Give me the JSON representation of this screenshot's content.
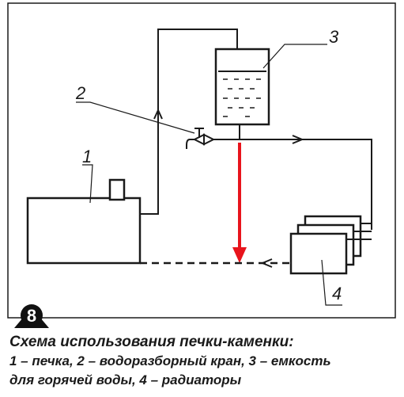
{
  "figure": {
    "badge": "8",
    "labels": {
      "stove": "1",
      "tap": "2",
      "tank": "3",
      "radiators": "4"
    },
    "caption": {
      "title": "Схема использования печки-каменки:",
      "line1": "1 – печка, 2 – водоразборный кран, 3 – емкость",
      "line2": "для горячей воды, 4 – радиаторы"
    },
    "colors": {
      "line": "#1a1a1a",
      "flow_arrow": "#e8141c",
      "badge": "#111111"
    }
  }
}
